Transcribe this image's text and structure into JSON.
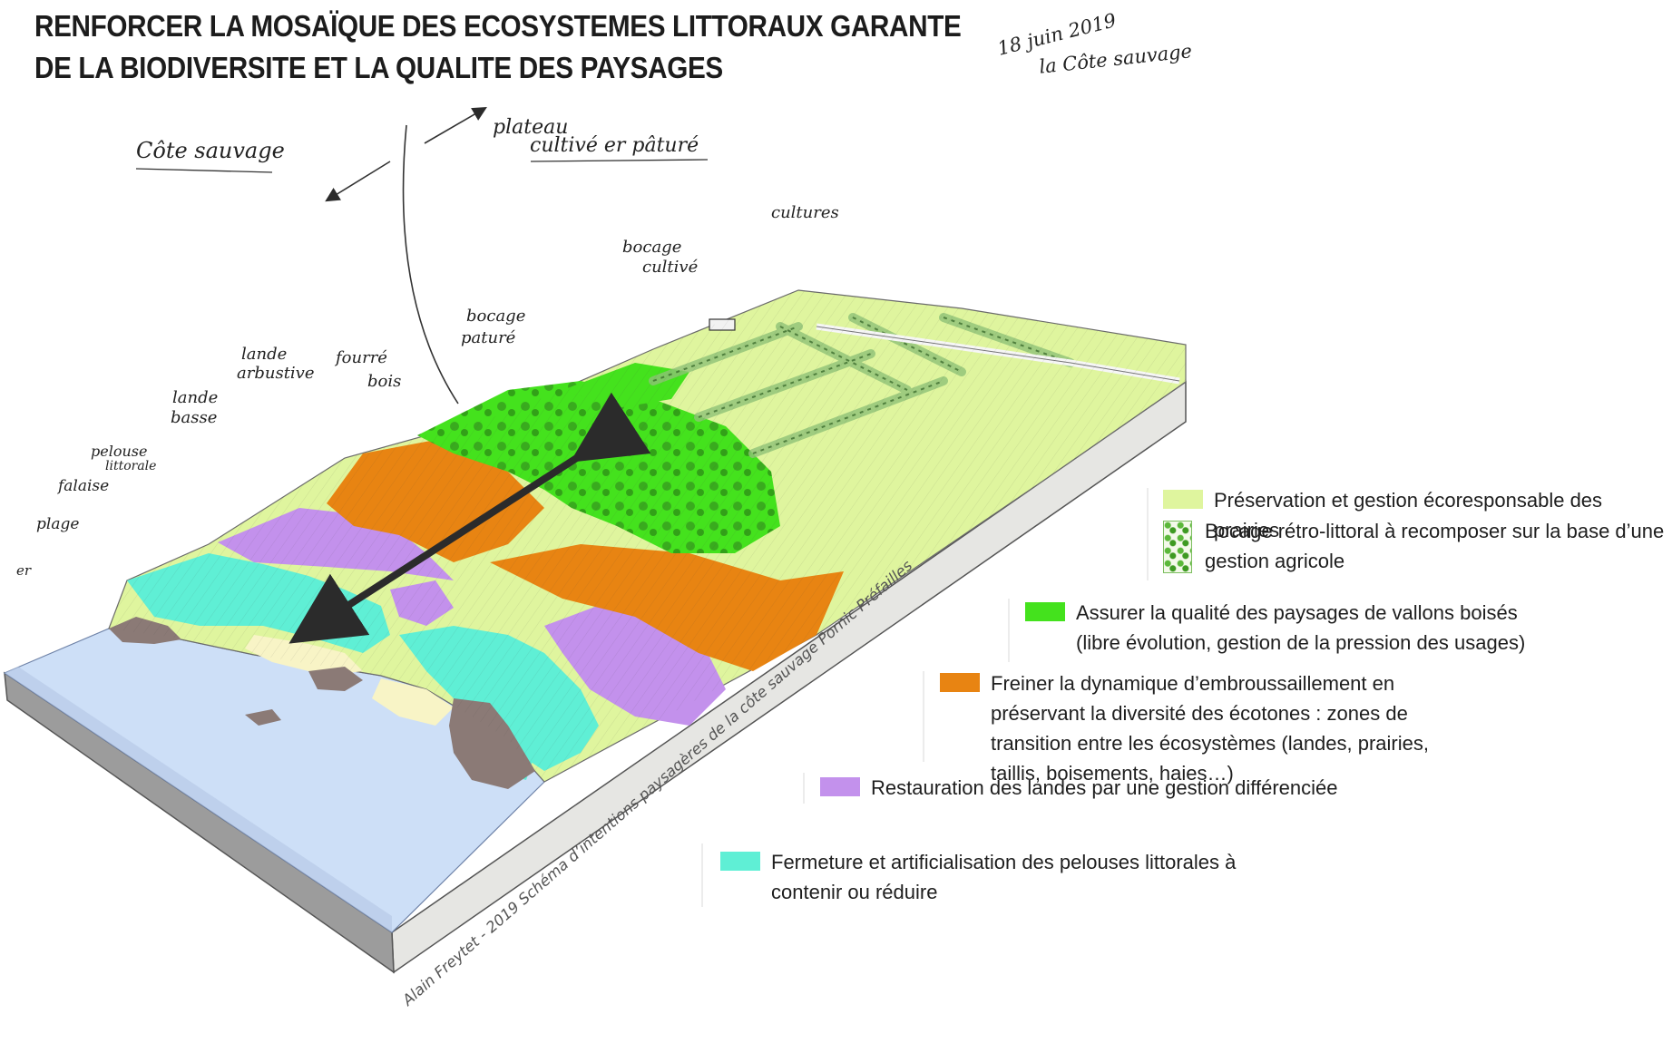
{
  "title": {
    "line1": "RENFORCER LA MOSAÏQUE DES ECOSYSTEMES LITTORAUX GARANTE",
    "line2": "DE LA BIODIVERSITE ET LA QUALITE DES PAYSAGES"
  },
  "date_note": {
    "line1": "18 juin 2019",
    "line2": "la Côte sauvage"
  },
  "annotations": {
    "cote_sauvage": "Côte sauvage",
    "plateau": "plateau",
    "plateau_sub": "cultivé er pâturé",
    "cultures": "cultures",
    "bocage_cultive_1": "bocage",
    "bocage_cultive_2": "cultivé",
    "bocage_pature_1": "bocage",
    "bocage_pature_2": "paturé",
    "lande_arbustive_1": "lande",
    "lande_arbustive_2": "arbustive",
    "fourre_bois_1": "fourré",
    "fourre_bois_2": "bois",
    "lande_basse_1": "lande",
    "lande_basse_2": "basse",
    "pelouse_1": "pelouse",
    "pelouse_2": "littorale",
    "falaise": "falaise",
    "plage": "plage",
    "er": "er"
  },
  "legend": [
    {
      "color": "#dff59e",
      "text": "Préservation et gestion écoresponsable des prairies"
    },
    {
      "color": "bocage-pattern",
      "text": "Bocage rétro-littoral à recomposer sur la base d’une gestion agricole"
    },
    {
      "color": "#44e21d",
      "text": "Assurer la qualité des paysages de vallons boisés (libre évolution, gestion de la pression des usages)"
    },
    {
      "color": "#e88412",
      "text": "Freiner la dynamique d’embroussaillement en préservant la diversité des écotones : zones de transition entre les écosystèmes (landes, prairies, taillis, boisements, haies…)"
    },
    {
      "color": "#c391ec",
      "text": "Restauration des landes par une gestion différenciée"
    },
    {
      "color": "#5fefd5",
      "text": "Fermeture et artificialisation des pelouses littorales à contenir ou réduire"
    }
  ],
  "credit": "Alain Freytet - 2019 Schéma d’intentions paysagères de la côte sauvage Pornic Préfailles",
  "colors": {
    "sea": "#cddff7",
    "sea_edge": "#b4c6e4",
    "block_side": "#e6e6e3",
    "block_side_dark": "#9c9c9c",
    "prairie": "#dff59e",
    "woods": "#44e21d",
    "scrub": "#e88412",
    "lande": "#c391ec",
    "pelouse": "#5fefd5",
    "beach": "#f8f4c6",
    "rock": "#8b7a76"
  }
}
